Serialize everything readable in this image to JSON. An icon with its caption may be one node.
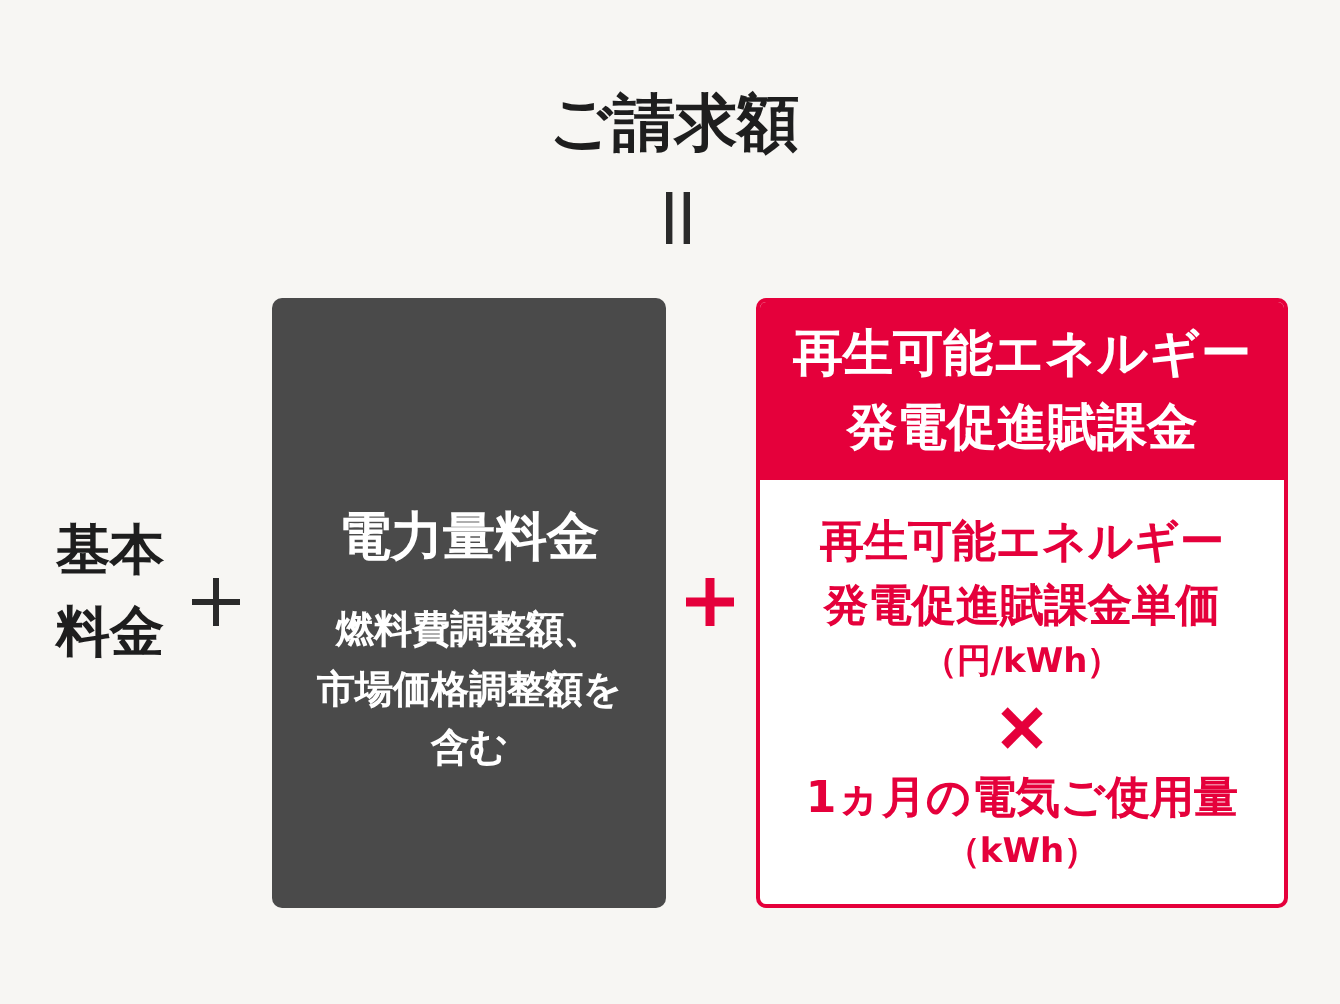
{
  "diagram": {
    "title": "ご請求額",
    "nodes": [
      {
        "text": [
          "電力量料金",
          "燃料費調整額、市場価格調整額を含む"
        ]
      },
      {
        "text": [
          "再生可能エネルギー発電促進賦課金",
          "再生可能エネルギー発電促進賦課金単価",
          "（円/kWh）",
          "1ヵ月の電気ご使用量",
          "（kWh）"
        ]
      }
    ],
    "labels": [
      "基本料金"
    ]
  }
}
